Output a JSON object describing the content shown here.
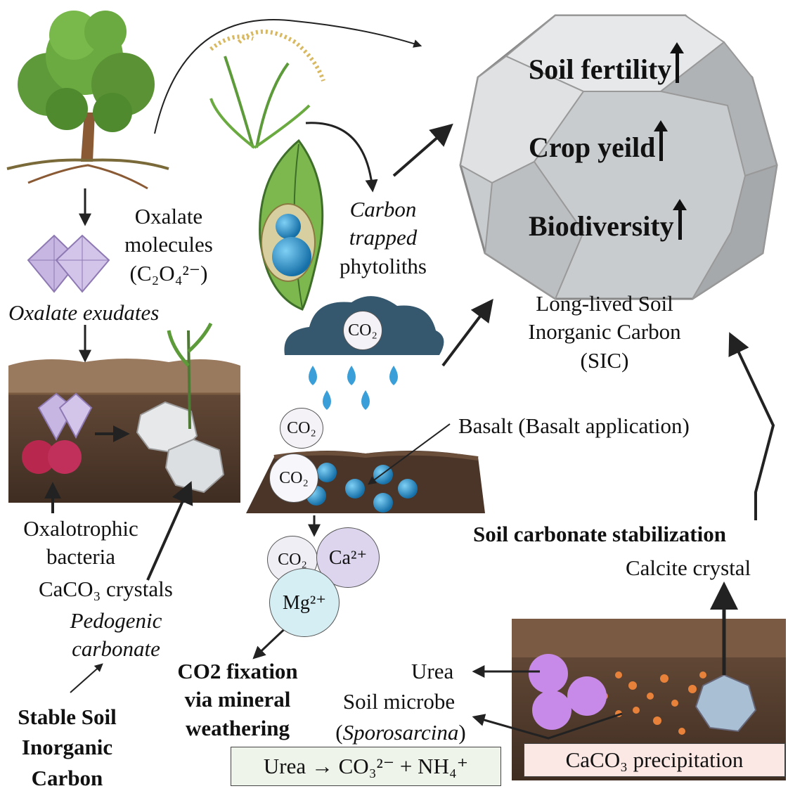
{
  "top_outcomes": {
    "soil_fertility": "Soil fertility",
    "crop_yield": "Crop yeild",
    "biodiversity": "Biodiversity"
  },
  "sic_label": {
    "line1": "Long-lived Soil",
    "line2": "Inorganic Carbon",
    "line3": "(SIC)"
  },
  "oxalate": {
    "line1": "Oxalate",
    "line2": "molecules",
    "formula": "(C₂O₄²⁻)",
    "exudates": "Oxalate exudates"
  },
  "phytolith": {
    "line1": "Carbon",
    "line2": "trapped",
    "line3": "phytoliths"
  },
  "co2": "CO₂",
  "basalt_label": "Basalt (Basalt application)",
  "ions": {
    "ca": "Ca²⁺",
    "mg": "Mg²⁺"
  },
  "left_bottom": {
    "bacteria1": "Oxalotrophic",
    "bacteria2": "bacteria",
    "crystals": "CaCO₃ crystals",
    "pedogenic1": "Pedogenic",
    "pedogenic2": "carbonate",
    "stable1": "Stable Soil",
    "stable2": "Inorganic",
    "stable3": "Carbon"
  },
  "weathering": {
    "line1": "CO2 fixation",
    "line2": "via mineral",
    "line3": "weathering"
  },
  "right_bottom": {
    "stabilization": "Soil carbonate stabilization",
    "calcite": "Calcite crystal",
    "urea": "Urea",
    "microbe": "Soil microbe",
    "sporosarcina": "Sporosarcina",
    "paren_open": "(",
    "paren_close": ")",
    "precipitation": "CaCO₃ precipitation",
    "equation": "Urea → CO₃²⁻ + NH₄⁺"
  },
  "colors": {
    "polyhedron": "#c9ccce",
    "cloud": "#36586e",
    "rain": "#3a9fd8",
    "soil_dark": "#5a4232",
    "soil_top": "#9a7a5e",
    "bacteria": "#b8284e",
    "crystal_oxalate": "#c8b6e2",
    "urea_blob": "#c78ae8",
    "basalt_ball": "#2a8fc9"
  }
}
